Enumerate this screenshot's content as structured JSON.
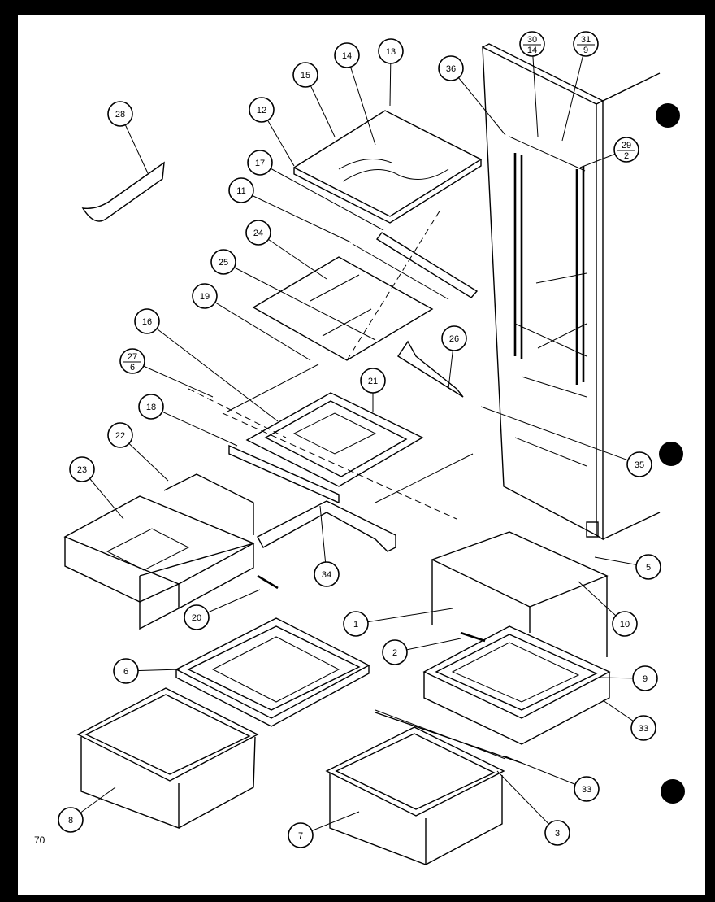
{
  "page": {
    "number": "70"
  },
  "callouts": [
    {
      "label": "28"
    },
    {
      "label": "15"
    },
    {
      "label": "14"
    },
    {
      "label": "13"
    },
    {
      "label": "12"
    },
    {
      "label": "17"
    },
    {
      "label": "11"
    },
    {
      "label": "24"
    },
    {
      "label": "25"
    },
    {
      "label": "19"
    },
    {
      "label": "16"
    },
    {
      "label": "27",
      "sub": "6"
    },
    {
      "label": "18"
    },
    {
      "label": "22"
    },
    {
      "label": "23"
    },
    {
      "label": "21"
    },
    {
      "label": "26"
    },
    {
      "label": "36"
    },
    {
      "label": "30",
      "sub": "14"
    },
    {
      "label": "31",
      "sub": "9"
    },
    {
      "label": "29",
      "sub": "2"
    },
    {
      "label": "35"
    },
    {
      "label": "34"
    },
    {
      "label": "20"
    },
    {
      "label": "5"
    },
    {
      "label": "1"
    },
    {
      "label": "10"
    },
    {
      "label": "2"
    },
    {
      "label": "9"
    },
    {
      "label": "6"
    },
    {
      "label": "33"
    },
    {
      "label": "33"
    },
    {
      "label": "8"
    },
    {
      "label": "7"
    },
    {
      "label": "3"
    }
  ],
  "colors": {
    "ink": "#000000",
    "paper": "#ffffff"
  }
}
